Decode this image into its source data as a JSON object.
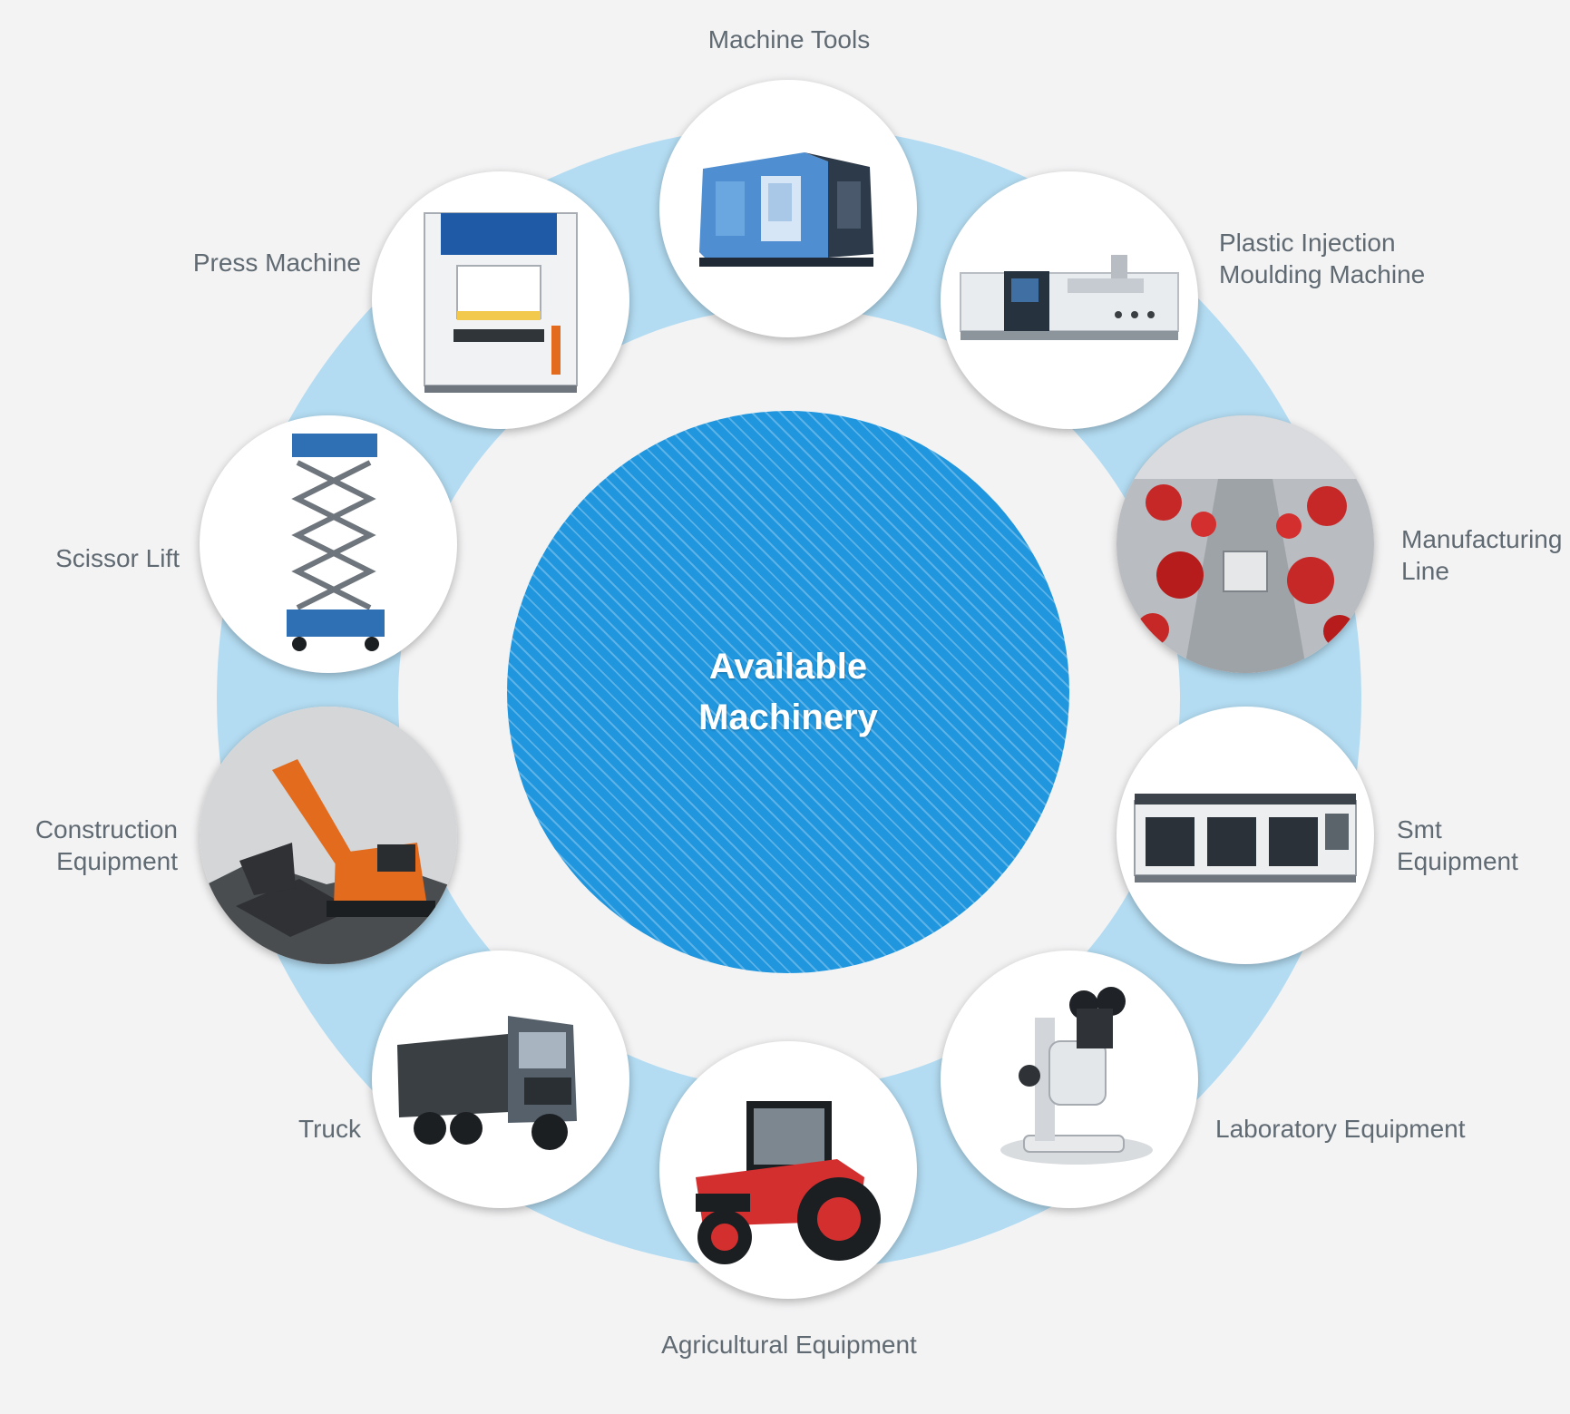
{
  "center": {
    "line1": "Available",
    "line2": "Machinery"
  },
  "categories": [
    {
      "id": "machine-tools",
      "lines": [
        "Machine Tools"
      ],
      "icon": "cnc-machining-center-icon"
    },
    {
      "id": "plastic-injection",
      "lines": [
        "Plastic Injection",
        "Moulding Machine"
      ],
      "icon": "injection-moulding-machine-icon"
    },
    {
      "id": "manufacturing-line",
      "lines": [
        "Manufacturing",
        "Line"
      ],
      "icon": "robotic-assembly-line-icon"
    },
    {
      "id": "smt-equipment",
      "lines": [
        "Smt",
        "Equipment"
      ],
      "icon": "smt-placement-machine-icon"
    },
    {
      "id": "laboratory-equipment",
      "lines": [
        "Laboratory Equipment"
      ],
      "icon": "stereo-microscope-icon"
    },
    {
      "id": "agricultural-equipment",
      "lines": [
        "Agricultural Equipment"
      ],
      "icon": "tractor-icon"
    },
    {
      "id": "truck",
      "lines": [
        "Truck"
      ],
      "icon": "dump-truck-icon"
    },
    {
      "id": "construction-equipment",
      "lines": [
        "Construction",
        "Equipment"
      ],
      "icon": "excavator-icon"
    },
    {
      "id": "scissor-lift",
      "lines": [
        "Scissor Lift"
      ],
      "icon": "scissor-lift-icon"
    },
    {
      "id": "press-machine",
      "lines": [
        "Press Machine"
      ],
      "icon": "press-machine-icon"
    }
  ],
  "colors": {
    "background": "#f3f3f4",
    "ring": "#b3dcf2",
    "hub": "#1f96de",
    "label": "#606a72"
  }
}
